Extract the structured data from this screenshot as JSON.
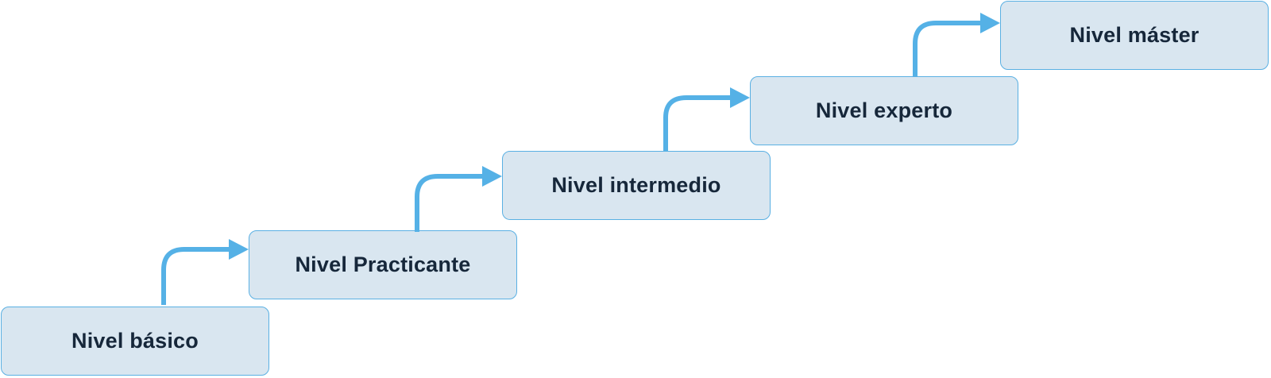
{
  "diagram": {
    "levels": [
      {
        "label": "Nivel básico"
      },
      {
        "label": "Nivel Practicante"
      },
      {
        "label": "Nivel intermedio"
      },
      {
        "label": "Nivel experto"
      },
      {
        "label": "Nivel máster"
      }
    ],
    "colors": {
      "box_fill": "#d9e6f0",
      "box_border": "#5ab0e3",
      "arrow": "#55b1e6",
      "text": "#16273a"
    }
  }
}
